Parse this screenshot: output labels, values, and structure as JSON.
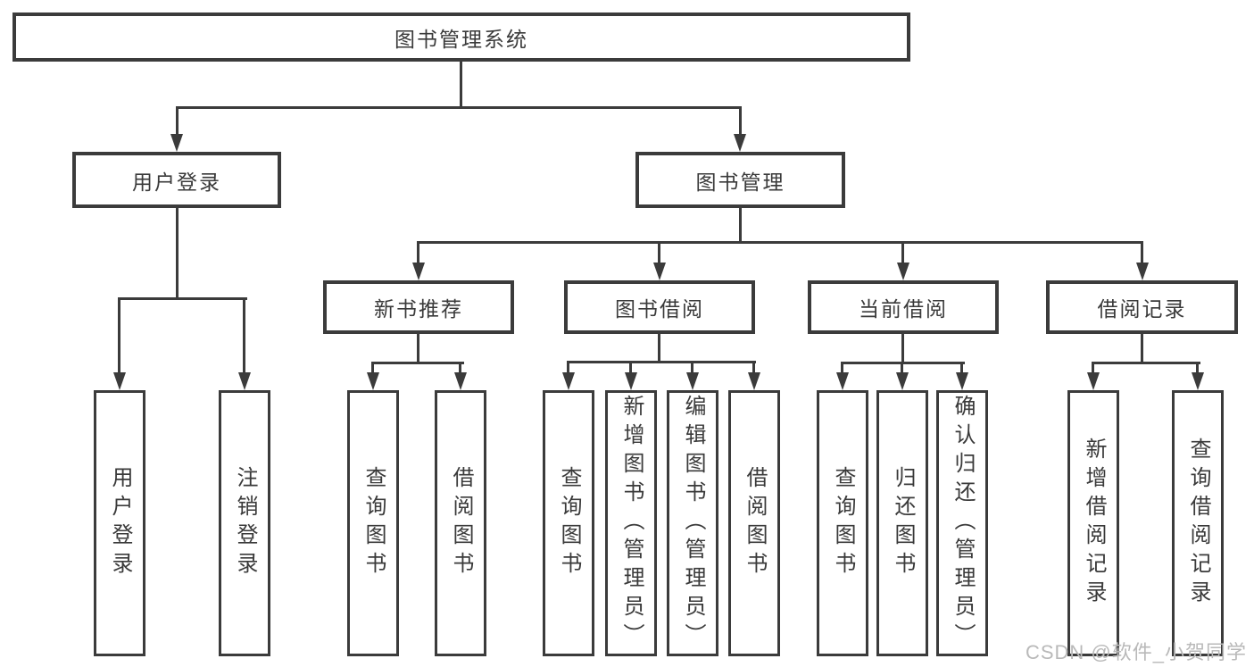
{
  "diagram": {
    "tree": {
      "label": "图书管理系统",
      "children": [
        {
          "label": "用户登录",
          "children": [
            {
              "label": "用户登录"
            },
            {
              "label": "注销登录"
            }
          ]
        },
        {
          "label": "图书管理",
          "children": [
            {
              "label": "新书推荐",
              "children": [
                {
                  "label": "查询图书"
                },
                {
                  "label": "借阅图书"
                }
              ]
            },
            {
              "label": "图书借阅",
              "children": [
                {
                  "label": "查询图书"
                },
                {
                  "label": "新增图书（管理员）"
                },
                {
                  "label": "编辑图书（管理员）"
                },
                {
                  "label": "借阅图书"
                }
              ]
            },
            {
              "label": "当前借阅",
              "children": [
                {
                  "label": "查询图书"
                },
                {
                  "label": "归还图书"
                },
                {
                  "label": "确认归还（管理员）"
                }
              ]
            },
            {
              "label": "借阅记录",
              "children": [
                {
                  "label": "新增借阅记录"
                },
                {
                  "label": "查询借阅记录"
                }
              ]
            }
          ]
        }
      ]
    },
    "watermark": {
      "text": "CSDN @软件_小贺同学"
    },
    "colors": {
      "line": "#3b3b3b",
      "text": "#3a3a3a",
      "watermark": "#b9b9b9",
      "background": "#ffffff"
    }
  }
}
